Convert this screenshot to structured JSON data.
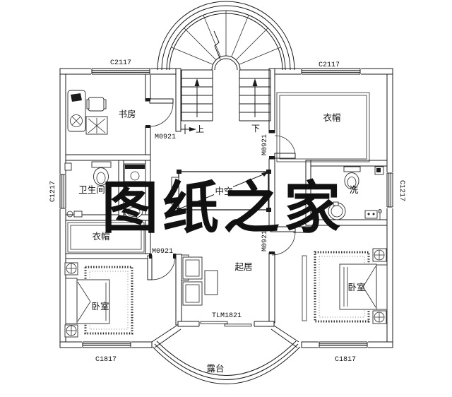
{
  "colors": {
    "background": "#ffffff",
    "line": "#1b1b1b",
    "furniture_line": "#2a2a2a",
    "watermark_red": "#e41511"
  },
  "watermark": {
    "text": "图纸之家"
  },
  "rooms": {
    "study": "书房",
    "bathroom": "卫生间",
    "cloak_left": "衣帽",
    "cloak_right": "衣帽",
    "bedroom_left": "卧室",
    "bedroom_right": "卧室",
    "wash": "洗",
    "living": "起居",
    "void": "中空",
    "terrace": "露台"
  },
  "stairs": {
    "up": "上",
    "down": "下"
  },
  "codes": {
    "window_top_left": "C2117",
    "window_top_right": "C2117",
    "window_left": "C1217",
    "window_right": "C1217",
    "window_bottom_left": "C1817",
    "window_bottom_right": "C1817",
    "door_study": "M0921",
    "door_cloak_left": "M0921",
    "door_right_top": "M0921",
    "door_right_bottom": "M0921",
    "terrace_door": "TLM1821"
  }
}
